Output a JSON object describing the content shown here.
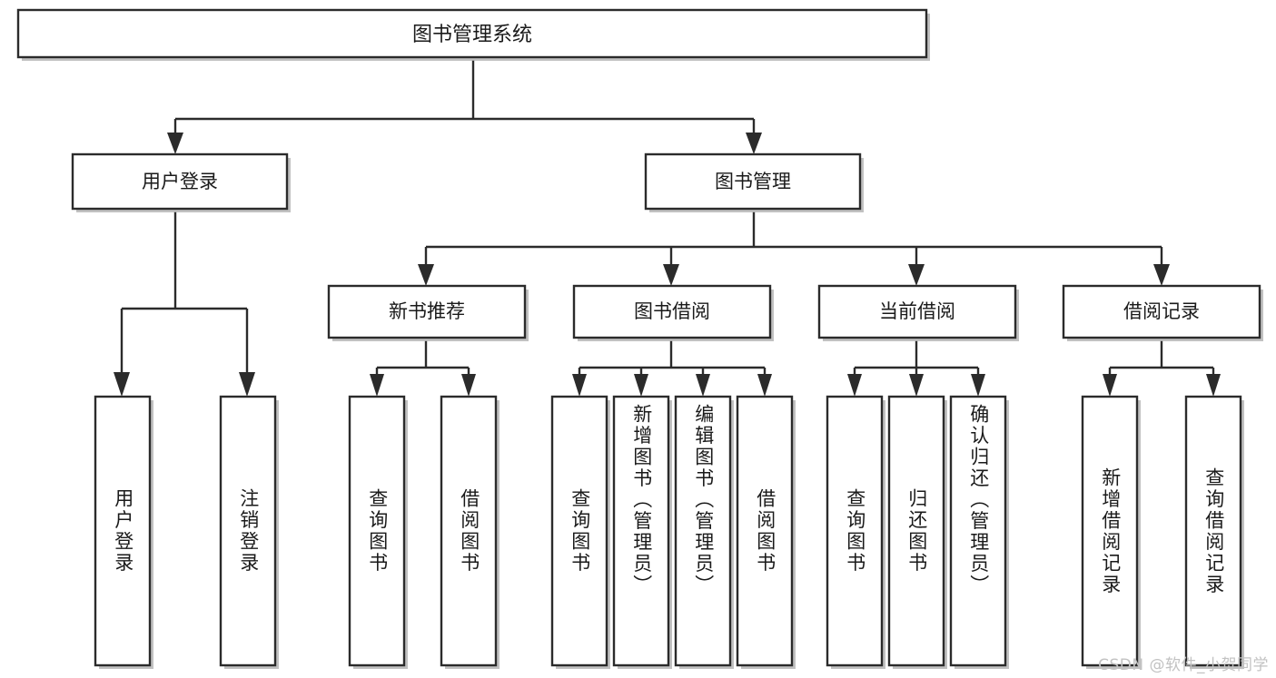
{
  "diagram": {
    "title": "图书管理系统",
    "type": "tree-hierarchy",
    "root": {
      "label": "图书管理系统"
    },
    "level2": [
      {
        "id": "user-login",
        "label": "用户登录"
      },
      {
        "id": "book-manage",
        "label": "图书管理"
      }
    ],
    "level3": [
      {
        "id": "new-book-recommend",
        "label": "新书推荐",
        "parent": "book-manage"
      },
      {
        "id": "book-borrow",
        "label": "图书借阅",
        "parent": "book-manage"
      },
      {
        "id": "current-borrow",
        "label": "当前借阅",
        "parent": "book-manage"
      },
      {
        "id": "borrow-record",
        "label": "借阅记录",
        "parent": "book-manage"
      }
    ],
    "leaves": [
      {
        "id": "leaf-user-login",
        "label": "用户登录",
        "parent": "user-login"
      },
      {
        "id": "leaf-logout-login",
        "label": "注销登录",
        "parent": "user-login"
      },
      {
        "id": "leaf-query-book-1",
        "label": "查询图书",
        "parent": "new-book-recommend"
      },
      {
        "id": "leaf-borrow-book-1",
        "label": "借阅图书",
        "parent": "new-book-recommend"
      },
      {
        "id": "leaf-query-book-2",
        "label": "查询图书",
        "parent": "book-borrow"
      },
      {
        "id": "leaf-add-book",
        "label": "新增图书（管理员）",
        "parent": "book-borrow"
      },
      {
        "id": "leaf-edit-book",
        "label": "编辑图书（管理员）",
        "parent": "book-borrow"
      },
      {
        "id": "leaf-borrow-book-2",
        "label": "借阅图书",
        "parent": "book-borrow"
      },
      {
        "id": "leaf-query-book-3",
        "label": "查询图书",
        "parent": "current-borrow"
      },
      {
        "id": "leaf-return-book",
        "label": "归还图书",
        "parent": "current-borrow"
      },
      {
        "id": "leaf-confirm-return",
        "label": "确认归还（管理员）",
        "parent": "current-borrow"
      },
      {
        "id": "leaf-add-record",
        "label": "新增借阅记录",
        "parent": "borrow-record"
      },
      {
        "id": "leaf-query-record",
        "label": "查询借阅记录",
        "parent": "borrow-record"
      }
    ]
  },
  "watermark": {
    "text": "CSDN @软件_小贺同学"
  },
  "colors": {
    "box_stroke": "#2b2b2b",
    "box_fill": "#ffffff",
    "text": "#1a1a1a",
    "shadow": "#b6b6b6",
    "watermark": "#c2c2c2",
    "background": "#ffffff"
  }
}
